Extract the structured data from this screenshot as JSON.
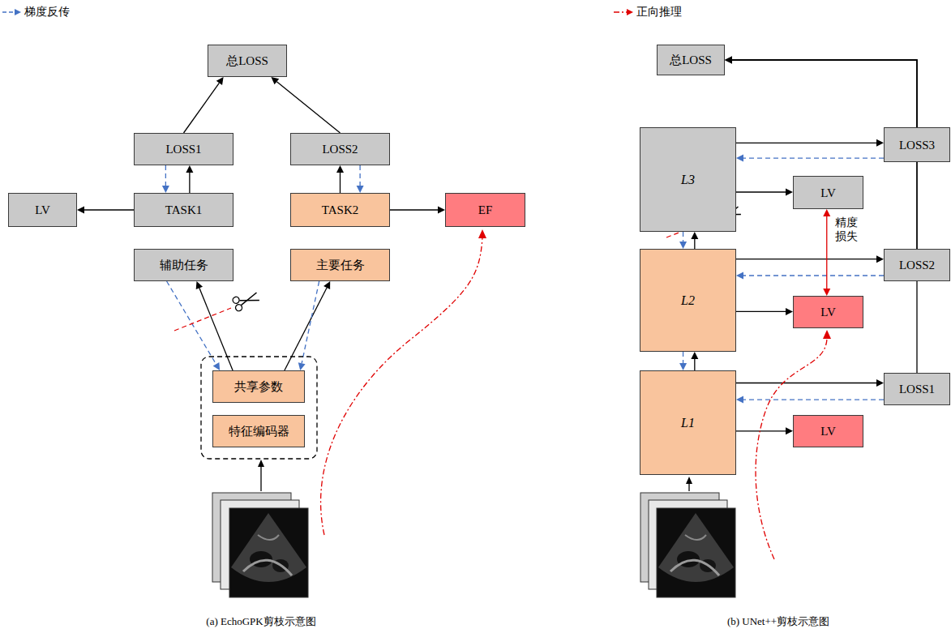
{
  "diagram": {
    "caption": "",
    "nodes": [
      {
        "text": [
          "总LOSS"
        ]
      },
      {
        "text": [
          "LOSS1"
        ]
      },
      {
        "text": [
          "LOSS2"
        ]
      },
      {
        "text": [
          "LV"
        ]
      },
      {
        "text": [
          "TASK1"
        ]
      },
      {
        "text": [
          "TASK2"
        ]
      },
      {
        "text": [
          "EF"
        ]
      },
      {
        "text": [
          "辅助任务"
        ]
      },
      {
        "text": [
          "主要任务"
        ]
      },
      {
        "text": [
          "共享参数"
        ]
      },
      {
        "text": [
          "特征编码器"
        ]
      },
      {
        "text": [
          "总LOSS"
        ]
      },
      {
        "text": [
          "L3"
        ]
      },
      {
        "text": [
          "LOSS3"
        ]
      },
      {
        "text": [
          "LV"
        ]
      },
      {
        "text": [
          "L2"
        ]
      },
      {
        "text": [
          "LOSS2"
        ]
      },
      {
        "text": [
          "LV"
        ]
      },
      {
        "text": [
          "L1"
        ]
      },
      {
        "text": [
          "LOSS1"
        ]
      },
      {
        "text": [
          "LV"
        ]
      }
    ],
    "edges": [
      {
        "from": 1,
        "to": 0,
        "arrow": "to"
      },
      {
        "from": 2,
        "to": 0,
        "arrow": "to"
      },
      {
        "from": 4,
        "to": 1,
        "arrow": "to"
      },
      {
        "from": 1,
        "to": 4,
        "arrow": "to"
      },
      {
        "from": 5,
        "to": 2,
        "arrow": "to"
      },
      {
        "from": 2,
        "to": 5,
        "arrow": "to"
      },
      {
        "from": 4,
        "to": 3,
        "arrow": "to"
      },
      {
        "from": 5,
        "to": 6,
        "arrow": "to"
      },
      {
        "from": 9,
        "to": 7,
        "arrow": "to"
      },
      {
        "from": 7,
        "to": 9,
        "arrow": "to"
      },
      {
        "from": 9,
        "to": 8,
        "arrow": "to"
      },
      {
        "from": 8,
        "to": 9,
        "arrow": "to"
      },
      {
        "from": 12,
        "to": 13,
        "arrow": "to"
      },
      {
        "from": 13,
        "to": 12,
        "arrow": "to"
      },
      {
        "from": 12,
        "to": 14,
        "arrow": "to"
      },
      {
        "from": 15,
        "to": 12,
        "arrow": "to"
      },
      {
        "from": 12,
        "to": 15,
        "arrow": "to"
      },
      {
        "from": 15,
        "to": 16,
        "arrow": "to"
      },
      {
        "from": 16,
        "to": 15,
        "arrow": "to"
      },
      {
        "from": 15,
        "to": 17,
        "arrow": "to"
      },
      {
        "from": 18,
        "to": 15,
        "arrow": "to"
      },
      {
        "from": 15,
        "to": 18,
        "arrow": "to"
      },
      {
        "from": 18,
        "to": 19,
        "arrow": "to"
      },
      {
        "from": 19,
        "to": 18,
        "arrow": "to"
      },
      {
        "from": 18,
        "to": 20,
        "arrow": "to"
      },
      {
        "from": 14,
        "to": 17,
        "arrow": "both",
        "label": "精度 损失"
      },
      {
        "from": 13,
        "to": 11,
        "arrow": "to"
      },
      {
        "from": 16,
        "to": 11,
        "arrow": "to"
      },
      {
        "from": 19,
        "to": 11,
        "arrow": "to"
      }
    ],
    "labels": [
      "(a) EchoGPK剪枝示意图",
      "(b) UNet++剪枝示意图"
    ],
    "legend": [
      {
        "text": "梯度反传"
      },
      {
        "text": "正向推理"
      }
    ]
  }
}
